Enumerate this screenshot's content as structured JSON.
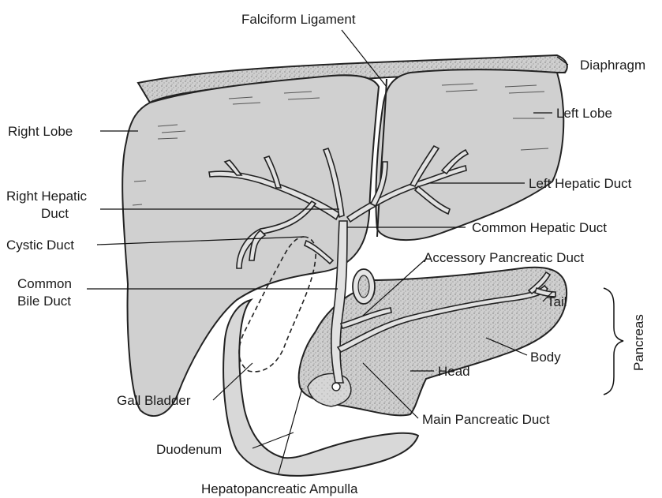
{
  "labels": {
    "falciform_ligament": "Falciform Ligament",
    "diaphragm": "Diaphragm",
    "right_lobe": "Right Lobe",
    "left_lobe": "Left Lobe",
    "left_hepatic_duct": "Left Hepatic Duct",
    "right_hepatic_line1": "Right Hepatic",
    "right_hepatic_line2": "Duct",
    "common_hepatic_duct": "Common Hepatic Duct",
    "cystic_duct": "Cystic Duct",
    "accessory_pancreatic_duct": "Accessory Pancreatic Duct",
    "common_bile_line1": "Common",
    "common_bile_line2": "Bile Duct",
    "tail": "Tail",
    "pancreas": "Pancreas",
    "body": "Body",
    "head": "Head",
    "gall_bladder": "Gall Bladder",
    "main_pancreatic_duct": "Main Pancreatic Duct",
    "duodenum": "Duodenum",
    "hepatopancreatic_ampulla": "Hepatopancreatic Ampulla"
  },
  "colors": {
    "liver_fill": "#d0d0d0",
    "pancreas_fill": "#c4c4c4",
    "duodenum_fill": "#d8d8d8",
    "line": "#222222"
  }
}
